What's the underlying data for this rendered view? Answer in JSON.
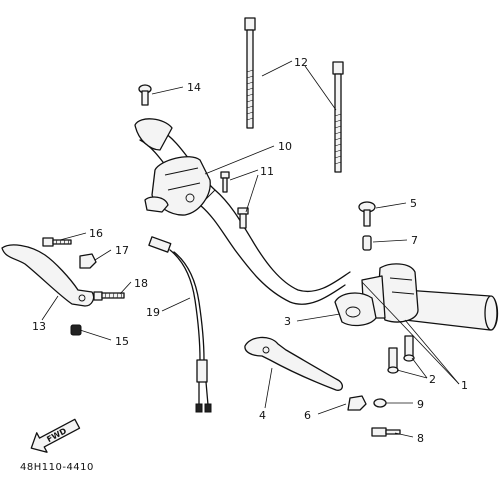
{
  "diagram": {
    "part_number": "48H110-4410",
    "fwd_label": "FWD",
    "callouts": [
      "1",
      "2",
      "3",
      "4",
      "5",
      "6",
      "7",
      "8",
      "9",
      "10",
      "11",
      "12",
      "13",
      "14",
      "15",
      "16",
      "17",
      "18",
      "19"
    ]
  }
}
